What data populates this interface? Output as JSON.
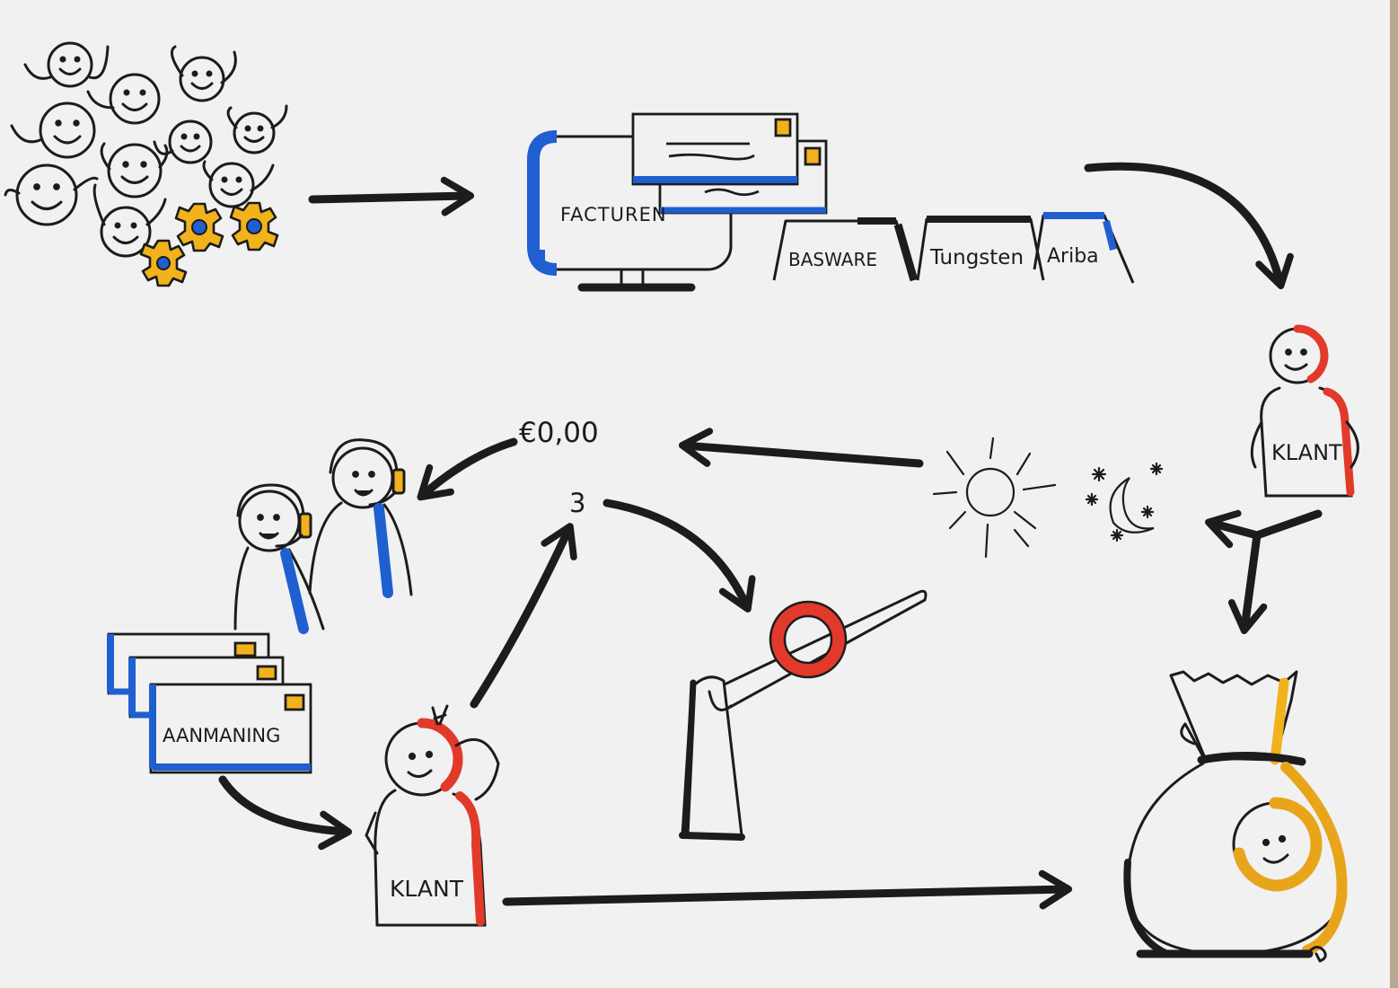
{
  "colors": {
    "paper": "#f1f1f2",
    "ink": "#1c1c1c",
    "blue": "#1f5fd0",
    "yellow": "#f2b21c",
    "red": "#e23a2a",
    "gold": "#e8a51c"
  },
  "labels": {
    "facturen": "FACTUREN",
    "basware": "BASWARE",
    "tungsten": "Tungsten",
    "ariba": "Ariba",
    "klant_top": "KLANT",
    "klant_bottom": "KLANT",
    "amount": "€0,00",
    "count": "3",
    "aanmaning": "AANMANING"
  },
  "icons": [
    "smiley-crowd-icon",
    "gear-icon",
    "monitor-icon",
    "envelope-icon",
    "sun-icon",
    "moon-stars-icon",
    "headset-agent-icon",
    "barrier-gate-icon",
    "money-bag-icon"
  ]
}
